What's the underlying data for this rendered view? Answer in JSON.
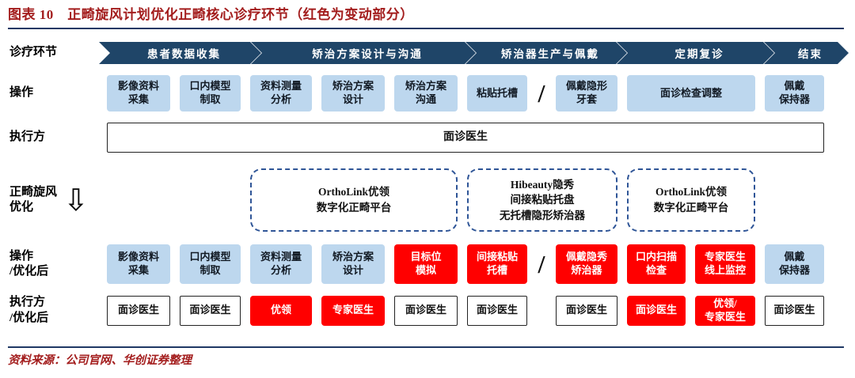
{
  "title": "图表 10　正畸旋风计划优化正畸核心诊疗环节（红色为变动部分）",
  "labels": {
    "stages": "诊疗环节",
    "ops": "操作",
    "executor": "执行方",
    "optimize": "正畸旋风\n优化",
    "ops_after": "操作\n/优化后",
    "executor_after": "执行方\n/优化后"
  },
  "stages": [
    "患者数据收集",
    "矫治方案设计与沟通",
    "矫治器生产与佩戴",
    "定期复诊",
    "结束"
  ],
  "ops": {
    "c1": "影像资料\n采集",
    "c2": "口内模型\n制取",
    "c3": "资料测量\n分析",
    "c4": "矫治方案\n设计",
    "c5": "矫治方案\n沟通",
    "c6": "粘贴托槽",
    "slash": "/",
    "c7": "佩戴隐形\n牙套",
    "c8": "面诊检查调整",
    "c10": "佩戴\n保持器"
  },
  "executor": "面诊医生",
  "platforms": [
    "OrthoLink优领\n数字化正畸平台",
    "Hibeauty隐秀\n间接粘贴托盘\n无托槽隐形矫治器",
    "OrthoLink优领\n数字化正畸平台"
  ],
  "ops_after": {
    "c1": "影像资料\n采集",
    "c2": "口内模型\n制取",
    "c3": "资料测量\n分析",
    "c4": "矫治方案\n设计",
    "c5": "目标位\n模拟",
    "c6": "间接粘贴\n托槽",
    "slash": "/",
    "c7": "佩戴隐秀\n矫治器",
    "c8": "口内扫描\n检查",
    "c9": "专家医生\n线上监控",
    "c10": "佩戴\n保持器"
  },
  "executor_after": {
    "c1": "面诊医生",
    "c2": "面诊医生",
    "c3": "优领",
    "c4": "专家医生",
    "c5": "面诊医生",
    "c6": "面诊医生",
    "c7": "面诊医生",
    "c8": "面诊医生",
    "c9": "优领/\n专家医生",
    "c10": "面诊医生"
  },
  "icons": {
    "down_arrow": "⇩"
  },
  "colors": {
    "title_red": "#A31D1D",
    "chevron_navy": "#1F4568",
    "light_blue": "#BDD7EE",
    "highlight_red": "#FF0000",
    "dashed_blue": "#2F5597",
    "rule_navy": "#1F3864"
  },
  "source": "资料来源：公司官网、华创证券整理"
}
